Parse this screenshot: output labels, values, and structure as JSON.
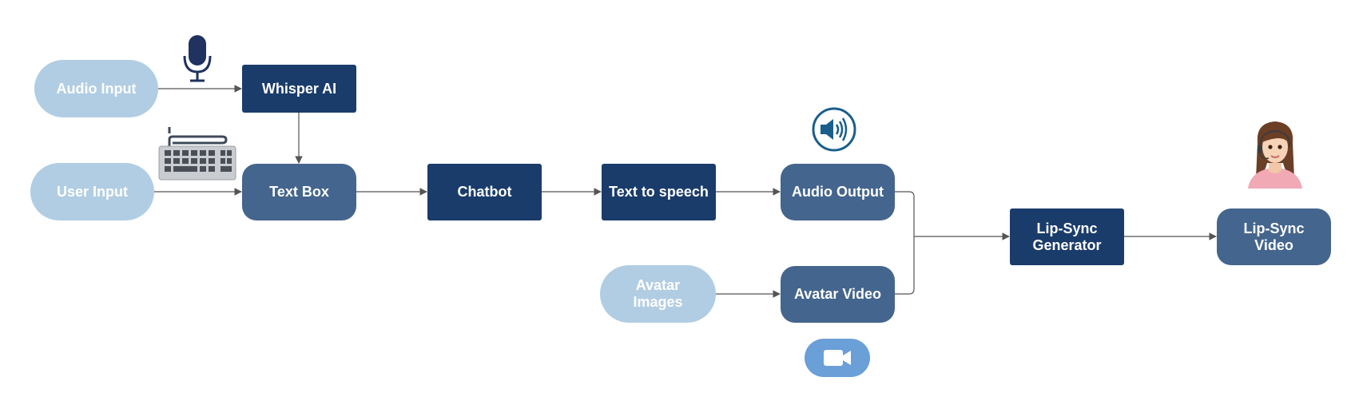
{
  "nodes": {
    "audio_input": "Audio Input",
    "whisper_ai": "Whisper AI",
    "user_input": "User Input",
    "text_box": "Text Box",
    "chatbot": "Chatbot",
    "text_to_speech": "Text to speech",
    "audio_output": "Audio Output",
    "avatar_images": "Avatar\nImages",
    "avatar_video": "Avatar Video",
    "lipsync_generator": "Lip-Sync\nGenerator",
    "lipsync_video": "Lip-Sync\nVideo"
  },
  "edges": [
    [
      "Audio Input",
      "Whisper AI"
    ],
    [
      "Whisper AI",
      "Text Box"
    ],
    [
      "User Input",
      "Text Box"
    ],
    [
      "Text Box",
      "Chatbot"
    ],
    [
      "Chatbot",
      "Text to speech"
    ],
    [
      "Text to speech",
      "Audio Output"
    ],
    [
      "Avatar Images",
      "Avatar Video"
    ],
    [
      "Audio Output",
      "Lip-Sync Generator"
    ],
    [
      "Avatar Video",
      "Lip-Sync Generator"
    ],
    [
      "Lip-Sync Generator",
      "Lip-Sync Video"
    ]
  ],
  "icons": [
    "microphone-icon",
    "keyboard-icon",
    "speaker-icon",
    "video-camera-icon",
    "avatar-icon"
  ],
  "colors": {
    "input_pill": "#b1cde3",
    "process_dark": "#1a3c6b",
    "process_mid": "#44658d",
    "connector": "#555555",
    "camera_badge": "#6a9fd8"
  }
}
